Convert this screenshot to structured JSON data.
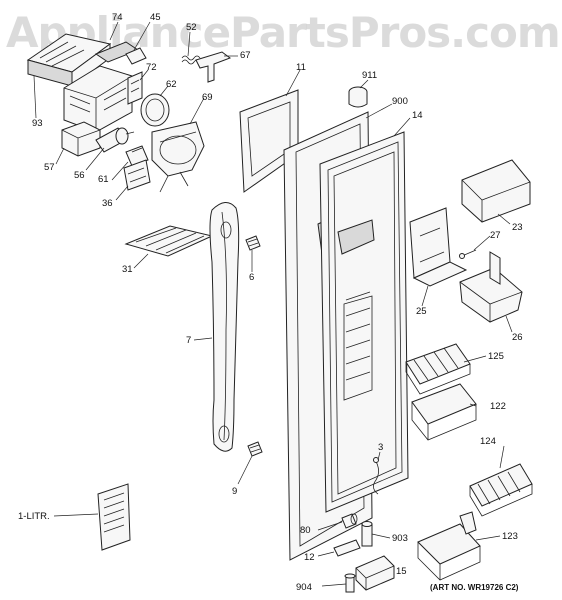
{
  "watermark": "AppliancePartsPros.com",
  "art_number": "(ART NO. WR19726 C2)",
  "manual_text": "",
  "callouts": {
    "c74": "74",
    "c45": "45",
    "c52": "52",
    "c67": "67",
    "c72": "72",
    "c62": "62",
    "c69": "69",
    "c93": "93",
    "c57": "57",
    "c56": "56",
    "c61": "61",
    "c36": "36",
    "c11": "11",
    "c911": "911",
    "c900": "900",
    "c14": "14",
    "c23": "23",
    "c27": "27",
    "c31": "31",
    "c6": "6",
    "c25": "25",
    "c26": "26",
    "c7": "7",
    "c125": "125",
    "c122": "122",
    "c124": "124",
    "c3": "3",
    "c9": "9",
    "c1litr": "1-LITR.",
    "c80": "80",
    "c903": "903",
    "c123": "123",
    "c12": "12",
    "c15": "15",
    "c904": "904"
  },
  "colors": {
    "line": "#222222",
    "watermark": "#bebebe"
  }
}
